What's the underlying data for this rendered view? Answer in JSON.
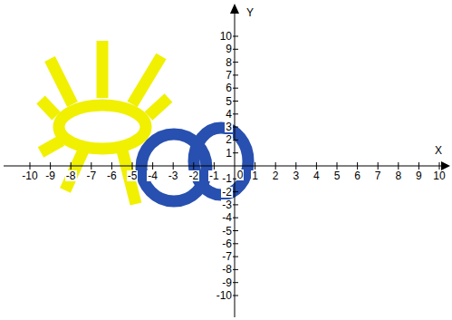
{
  "diagram": {
    "labels": [
      "Y",
      "X",
      "-10",
      "-9",
      "-8",
      "-7",
      "-6",
      "-5",
      "-4",
      "-3",
      "-2",
      "-1",
      "0",
      "1",
      "2",
      "3",
      "4",
      "5",
      "6",
      "7",
      "8",
      "9",
      "10",
      "10",
      "9",
      "8",
      "7",
      "6",
      "5",
      "4",
      "3",
      "2",
      "1",
      "-1",
      "-2",
      "-3",
      "-4",
      "-5",
      "-6",
      "-7",
      "-8",
      "-9",
      "-10"
    ]
  }
}
